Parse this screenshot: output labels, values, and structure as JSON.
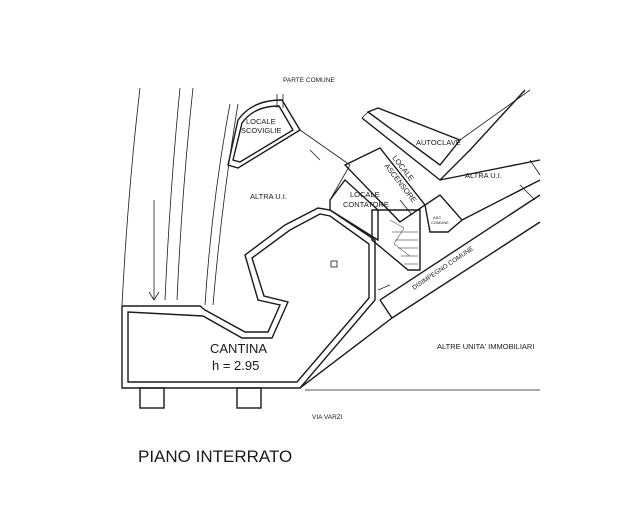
{
  "labels": {
    "parte_comune": "PARTE COMUNE",
    "locale_scoviglie_1": "LOCALE",
    "locale_scoviglie_2": "SCOVIGLIE",
    "altra_ui_left": "ALTRA U.I.",
    "locale_ascensore_1": "LOCALE",
    "locale_ascensore_2": "ASCENSORE",
    "autoclave": "AUTOCLAVE",
    "altra_ui_right": "ALTRA U.I.",
    "locale_contatore_1": "LOCALE",
    "locale_contatore_2": "CONTATORE",
    "asc_comune_1": "ASC.",
    "asc_comune_2": "COMUNE",
    "disimpegno_comune": "DISIMPEGNO COMUNE",
    "cantina": "CANTINA",
    "cantina_height": "h = 2.95",
    "altre_unita": "ALTRE UNITA' IMMOBILIARI",
    "via_varzi": "VIA VARZI"
  },
  "title": "PIANO INTERRATO"
}
